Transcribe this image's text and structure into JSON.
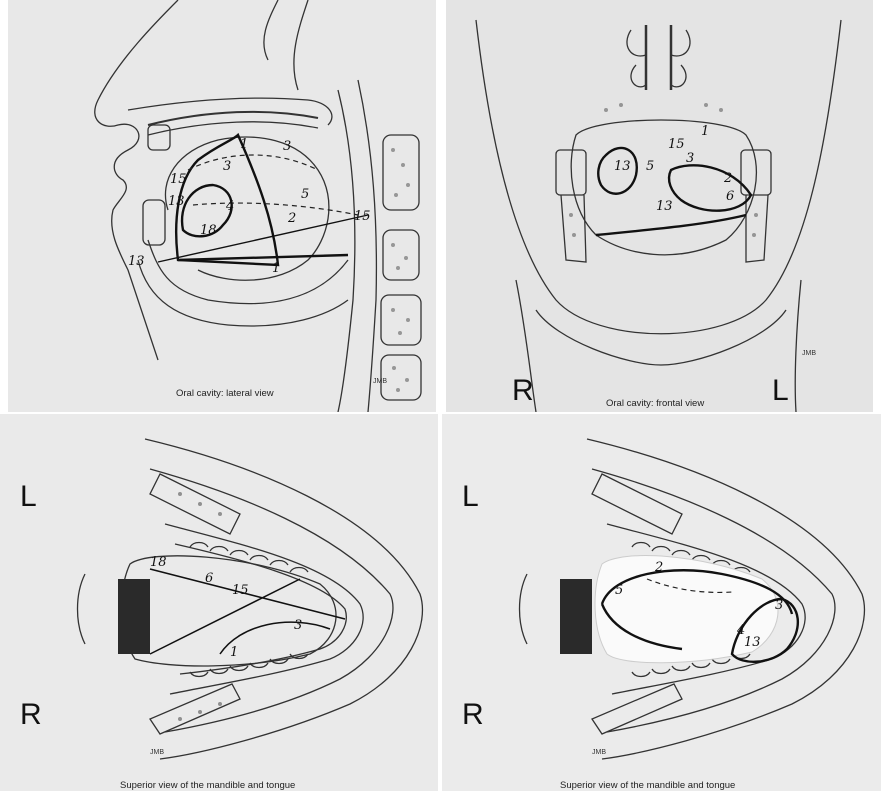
{
  "panels": {
    "lateral": {
      "caption": "Oral cavity: lateral view",
      "signature": "JMB",
      "labels": [
        "1",
        "3",
        "3",
        "15",
        "13",
        "4",
        "18",
        "5",
        "2",
        "15",
        "13",
        "1"
      ]
    },
    "frontal": {
      "caption": "Oral cavity: frontal view",
      "signature": "JMB",
      "left_side": "R",
      "right_side": "L",
      "labels": [
        "15",
        "13",
        "5",
        "2",
        "6",
        "1",
        "3",
        "13"
      ]
    },
    "superior_a": {
      "caption": "Superior view of the mandible and tongue",
      "signature": "JMB",
      "top_side": "L",
      "bottom_side": "R",
      "labels": [
        "6",
        "15",
        "3",
        "1",
        "18"
      ]
    },
    "superior_b": {
      "caption": "Superior view of the mandible and tongue",
      "signature": "JMB",
      "top_side": "L",
      "bottom_side": "R",
      "labels": [
        "2",
        "5",
        "4",
        "3",
        "13"
      ]
    }
  }
}
